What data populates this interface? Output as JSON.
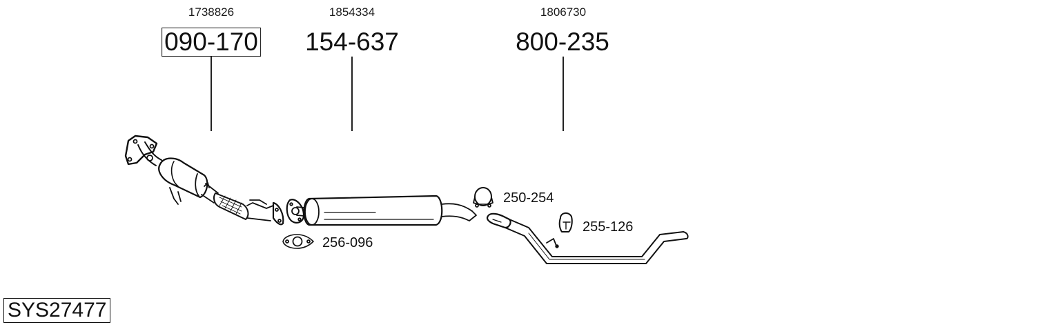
{
  "diagram": {
    "type": "exhaust-system-parts-diagram",
    "system_code": "SYS27477",
    "main_parts": [
      {
        "oe_ref": "1738826",
        "part_number": "090-170",
        "boxed": true,
        "component": "catalytic converter front pipe"
      },
      {
        "oe_ref": "1854334",
        "part_number": "154-637",
        "boxed": false,
        "component": "middle silencer"
      },
      {
        "oe_ref": "1806730",
        "part_number": "800-235",
        "boxed": false,
        "component": "tail pipe"
      }
    ],
    "accessories": [
      {
        "part_number": "256-096",
        "component": "gasket"
      },
      {
        "part_number": "250-254",
        "component": "clamp"
      },
      {
        "part_number": "255-126",
        "component": "rubber hanger"
      }
    ]
  },
  "colors": {
    "line": "#111111",
    "background": "#ffffff"
  }
}
